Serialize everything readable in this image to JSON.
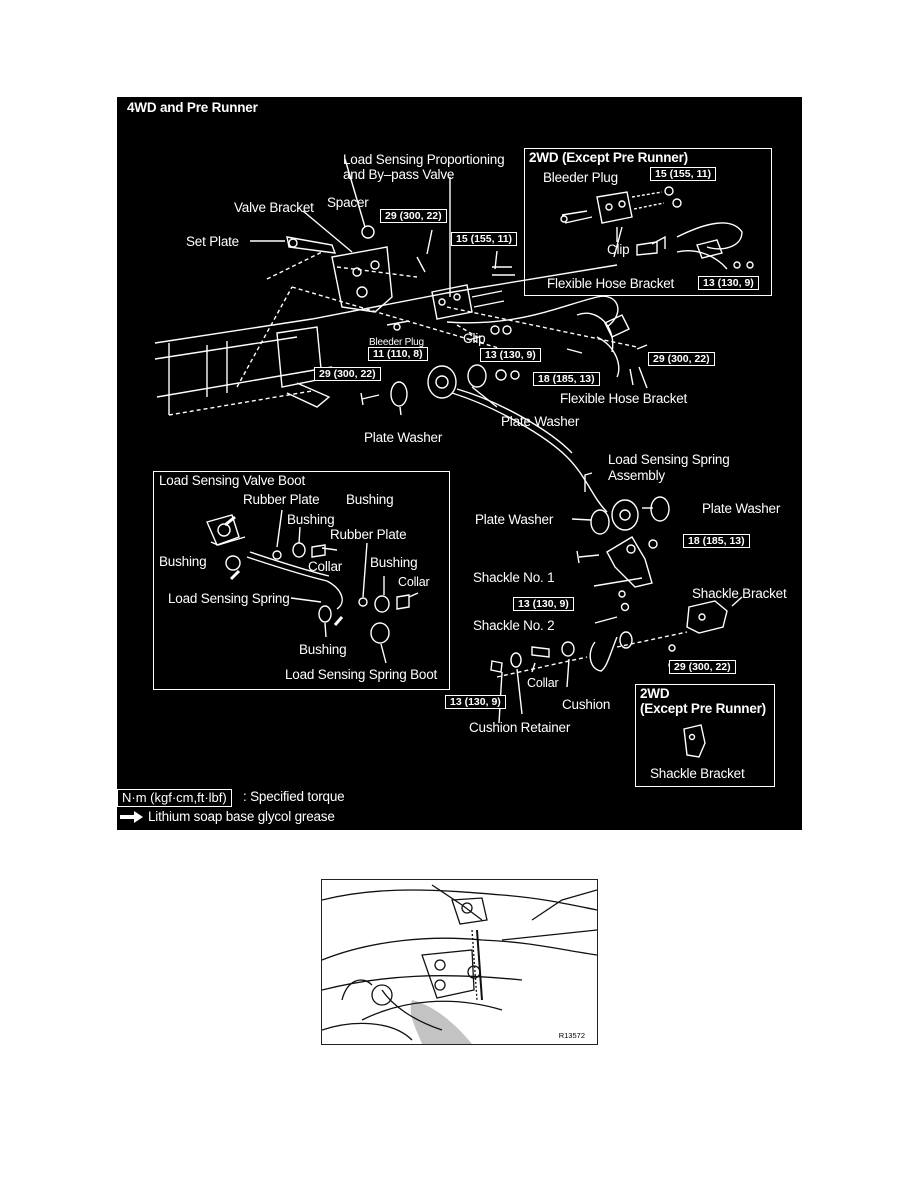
{
  "main_heading": "4WD and Pre Runner",
  "inset_top": {
    "title": "2WD (Except Pre Runner)",
    "bleeder_plug": "Bleeder Plug",
    "clip": "Clip",
    "flexible_hose_bracket": "Flexible Hose Bracket",
    "torque_top": "15 (155, 11)",
    "torque_bottom": "13 (130, 9)"
  },
  "parts": {
    "lspv": "Load Sensing Proportioning",
    "lspv_2": "and By–pass Valve",
    "spacer": "Spacer",
    "valve_bracket": "Valve Bracket",
    "set_plate": "Set Plate",
    "bleeder_plug": "Bleeder Plug",
    "clip": "Clip",
    "flexible_hose_bracket": "Flexible Hose Bracket",
    "plate_washer_a": "Plate Washer",
    "plate_washer_b": "Plate Washer",
    "load_sensing_spring_assembly_1": "Load Sensing Spring",
    "load_sensing_spring_assembly_2": "Assembly",
    "plate_washer_c": "Plate Washer",
    "plate_washer_d": "Plate Washer",
    "shackle_no1": "Shackle No. 1",
    "shackle_bracket": "Shackle Bracket",
    "shackle_no2": "Shackle No. 2",
    "collar": "Collar",
    "cushion": "Cushion",
    "cushion_retainer": "Cushion Retainer"
  },
  "torques": {
    "t_valve_bracket": "29 (300, 22)",
    "t_line_upper": "15 (155, 11)",
    "t_bleeder": "11 (110, 8)",
    "t_line_lower": "13 (130, 9)",
    "t_bracket_bolt": "29 (300, 22)",
    "t_frame": "29 (300, 22)",
    "t_hose_nut": "18 (185, 13)",
    "t_shackle1": "18 (185, 13)",
    "t_shackle2": "13 (130, 9)",
    "t_shackle_bracket": "29 (300, 22)",
    "t_retainer": "13 (130, 9)"
  },
  "inset_boot": {
    "title": "Load Sensing Valve Boot",
    "rubber_plate_a": "Rubber Plate",
    "bushing_top": "Bushing",
    "bushing_a": "Bushing",
    "rubber_plate_b": "Rubber Plate",
    "bushing_left": "Bushing",
    "collar_a": "Collar",
    "bushing_b": "Bushing",
    "collar_b": "Collar",
    "load_sensing_spring": "Load Sensing Spring",
    "bushing_c": "Bushing",
    "load_sensing_spring_boot": "Load Sensing Spring Boot"
  },
  "inset_shackle": {
    "title_1": "2WD",
    "title_2": "(Except Pre Runner)",
    "shackle_bracket": "Shackle Bracket"
  },
  "legend": {
    "torque_box": "N·m (kgf·cm,ft·lbf)",
    "torque_text": ": Specified torque",
    "grease_text": "Lithium soap base glycol grease"
  },
  "photo": {
    "ref": "R13572"
  },
  "colors": {
    "background": "#000000",
    "ink": "#ffffff"
  }
}
